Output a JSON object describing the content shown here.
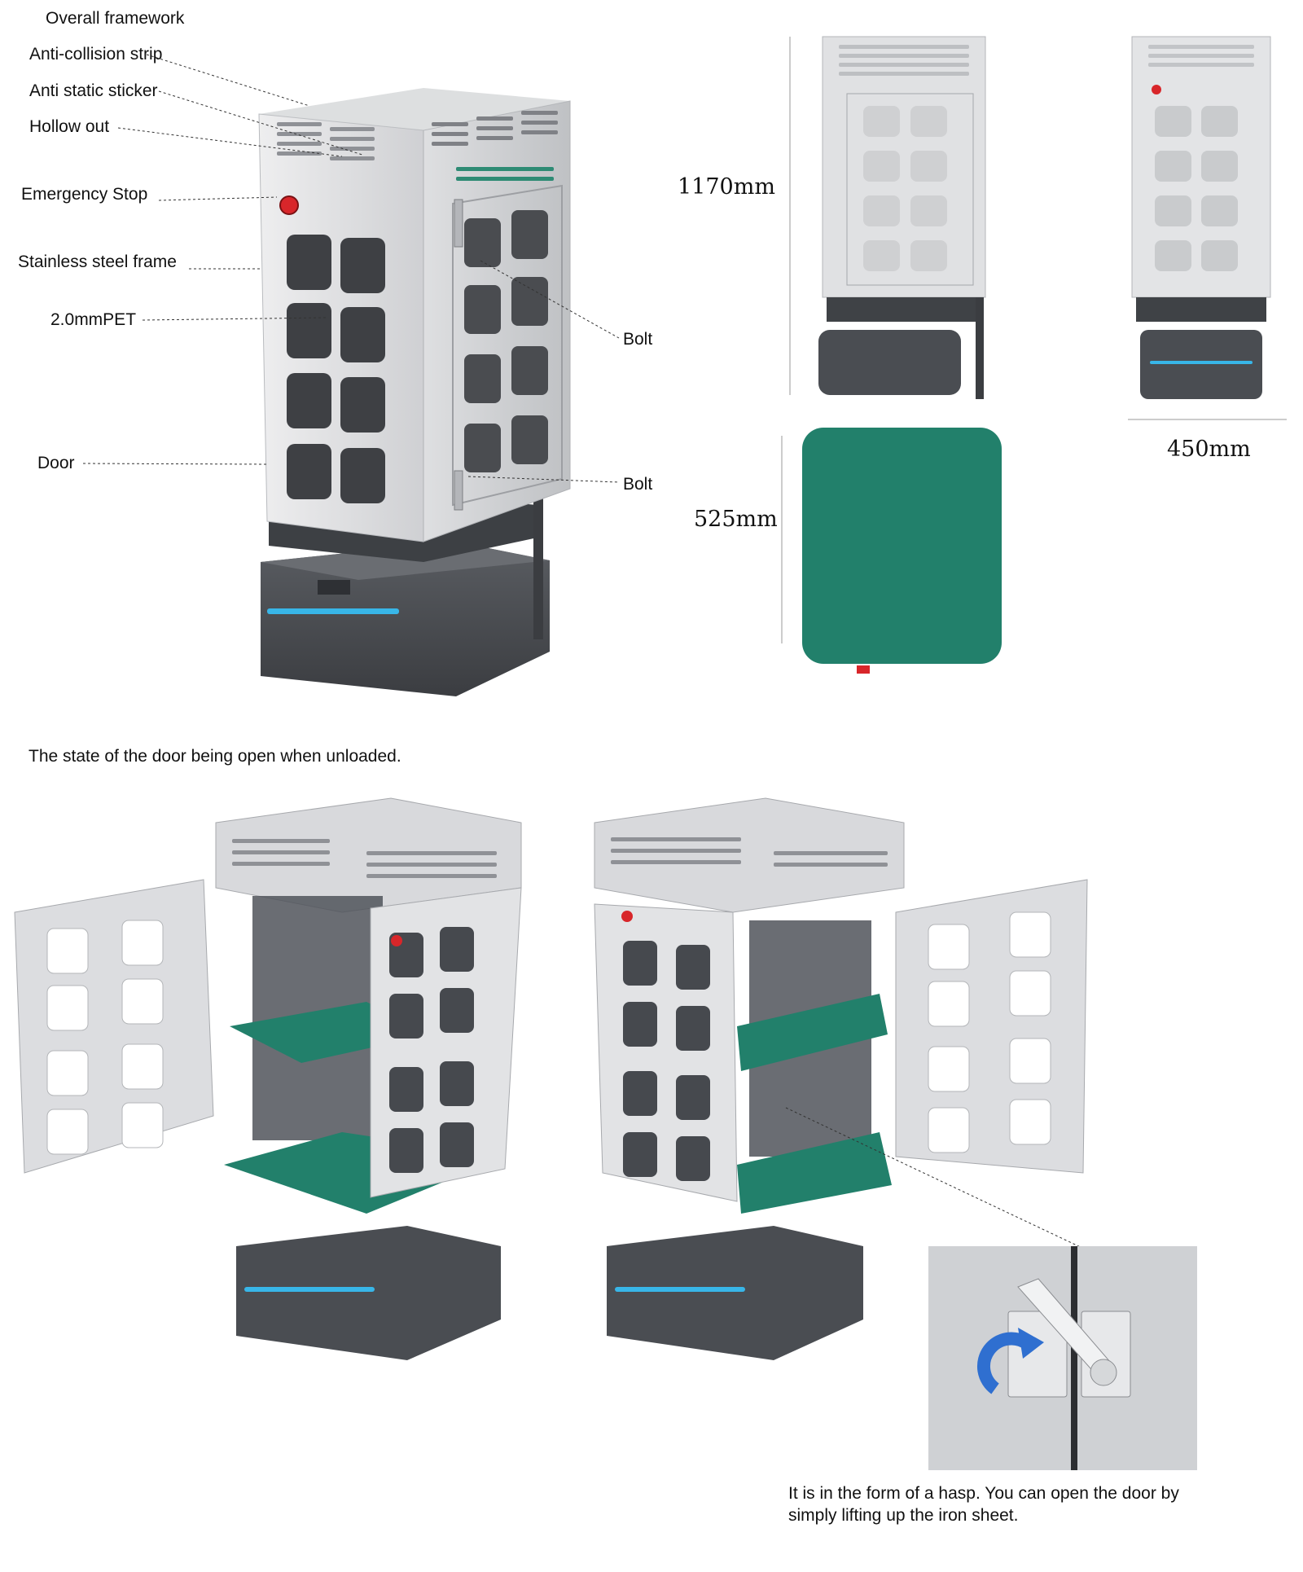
{
  "callouts": {
    "overall_framework": "Overall framework",
    "anti_collision_strip": "Anti-collision strip",
    "anti_static_sticker": "Anti static sticker",
    "hollow_out": "Hollow out",
    "emergency_stop": "Emergency Stop",
    "stainless_steel_frame": "Stainless steel frame",
    "pet_panel": "2.0mmPET",
    "door": "Door",
    "bolt_upper": "Bolt",
    "bolt_lower": "Bolt"
  },
  "dimensions": {
    "height": "1170mm",
    "depth": "525mm",
    "width": "450mm"
  },
  "captions": {
    "door_open_state": "The state of the door being open when unloaded.",
    "hasp_note": "It is in the form of a hasp. You can open the door by simply lifting up the iron sheet."
  },
  "colors": {
    "frame_silver": "#d9dadc",
    "frame_shadow": "#b9bbbf",
    "window_dark": "#3e4044",
    "chassis_dark": "#4a4d52",
    "led_blue": "#38b6e8",
    "shelf_green": "#22806b",
    "estop_red": "#d8262a",
    "arrow_blue": "#2f6fd0"
  },
  "icons": {
    "rotate_arrow": "rotate-arrow-icon"
  }
}
